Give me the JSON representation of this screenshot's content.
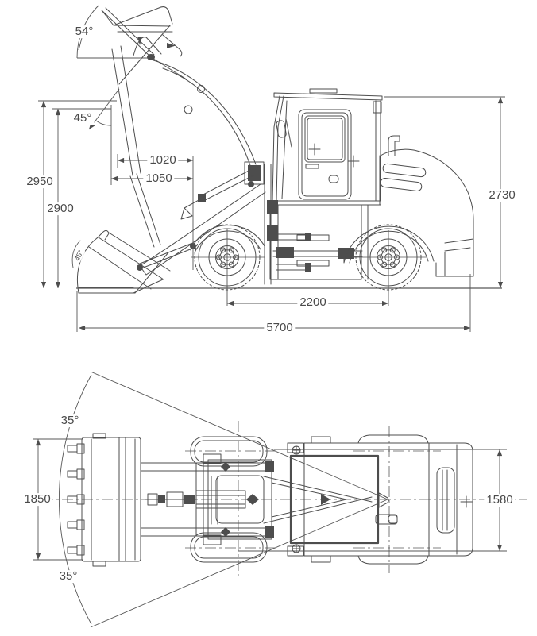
{
  "drawing": {
    "background_color": "#ffffff",
    "line_color": "#4d4d4d",
    "side_view": {
      "angles": {
        "dump_angle_raised": "54°",
        "rollback_angle": "45°",
        "bucket_ground_angle": "45°"
      },
      "dimensions": {
        "hinge_pin_height": "2950",
        "dump_height": "2900",
        "overall_height": "2730",
        "reach_upper": "1020",
        "reach_lower": "1050",
        "wheelbase": "2200",
        "overall_length": "5700"
      }
    },
    "top_view": {
      "angles": {
        "articulation_upper": "35°",
        "articulation_lower": "35°"
      },
      "dimensions": {
        "bucket_width": "1850",
        "overall_width": "1580"
      }
    }
  }
}
